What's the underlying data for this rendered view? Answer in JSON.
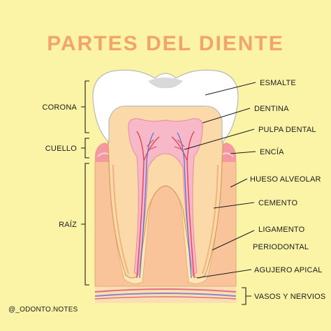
{
  "title": "PARTES DEL DIENTE",
  "labels_right": {
    "esmalte": "ESMALTE",
    "dentina": "DENTINA",
    "pulpa": "PULPA DENTAL",
    "encia": "ENCÍA",
    "hueso": "HUESO ALVEOLAR",
    "cemento": "CEMENTO",
    "ligamento_1": "LIGAMENTO",
    "ligamento_2": "PERIODONTAL",
    "agujero": "AGUJERO APICAL",
    "vasos": "VASOS Y NERVIOS"
  },
  "labels_left": {
    "corona": "CORONA",
    "cuello": "CUELLO",
    "raiz": "RAÍZ"
  },
  "credit": "@_ODONTO.NOTES",
  "colors": {
    "background": "#fbf4a6",
    "title": "#f2a46a",
    "enamel": "#ffffff",
    "dentin": "#fbd9a8",
    "pulp": "#f7b8c8",
    "gum": "#f29aa0",
    "bone": "#f9c49a",
    "ligament": "#fde6b8"
  }
}
